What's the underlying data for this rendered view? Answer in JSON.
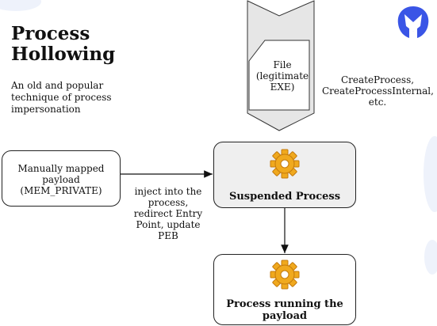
{
  "title": "Process Hollowing",
  "subtitle": "An old and popular technique of process impersonation",
  "mapped_payload": "Manually mapped payload (MEM_PRIVATE)",
  "inject_label": "inject into the process, redirect Entry Point, update PEB",
  "file_label": "File (legitimate EXE)",
  "api_label": "CreateProcess, CreateProcessInternal, etc.",
  "suspended_label": "Suspended Process",
  "running_label": "Process running the payload",
  "colors": {
    "gear_fill": "#f0a91e",
    "gear_dark": "#c47a0c",
    "logo_blue": "#3a55e6",
    "suspended_fill": "#efefef"
  }
}
